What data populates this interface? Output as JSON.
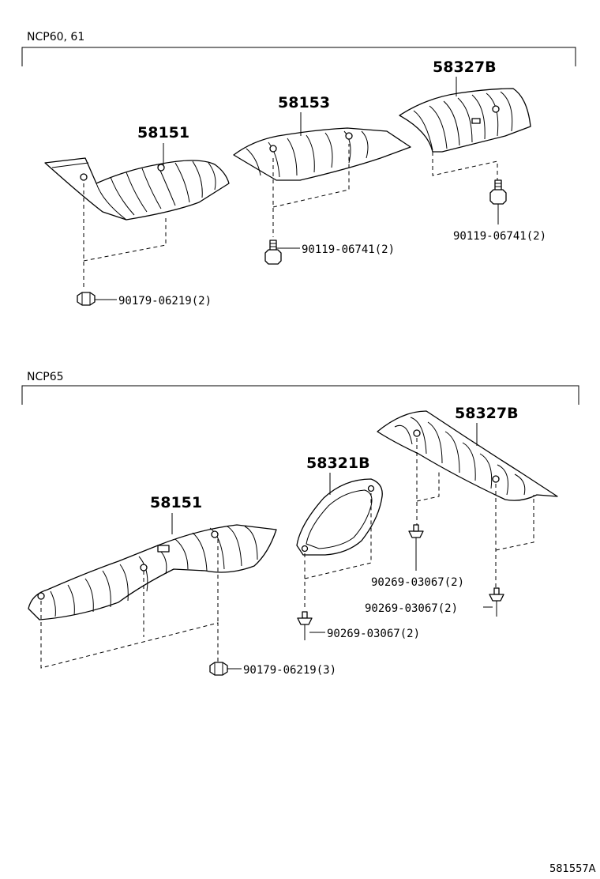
{
  "sections": [
    {
      "title": "NCP60, 61"
    },
    {
      "title": "NCP65"
    }
  ],
  "labels": {
    "s1_58151": "58151",
    "s1_58153": "58153",
    "s1_58327b": "58327B",
    "s1_bolt_a": "90119-06741(2)",
    "s1_bolt_b": "90119-06741(2)",
    "s1_nut": "90179-06219(2)",
    "s2_58151": "58151",
    "s2_58321b": "58321B",
    "s2_58327b": "58327B",
    "s2_stud_a": "90269-03067(2)",
    "s2_stud_b": "90269-03067(2)",
    "s2_stud_c": "90269-03067(2)",
    "s2_nut": "90179-06219(3)"
  },
  "figure_id": "581557A"
}
